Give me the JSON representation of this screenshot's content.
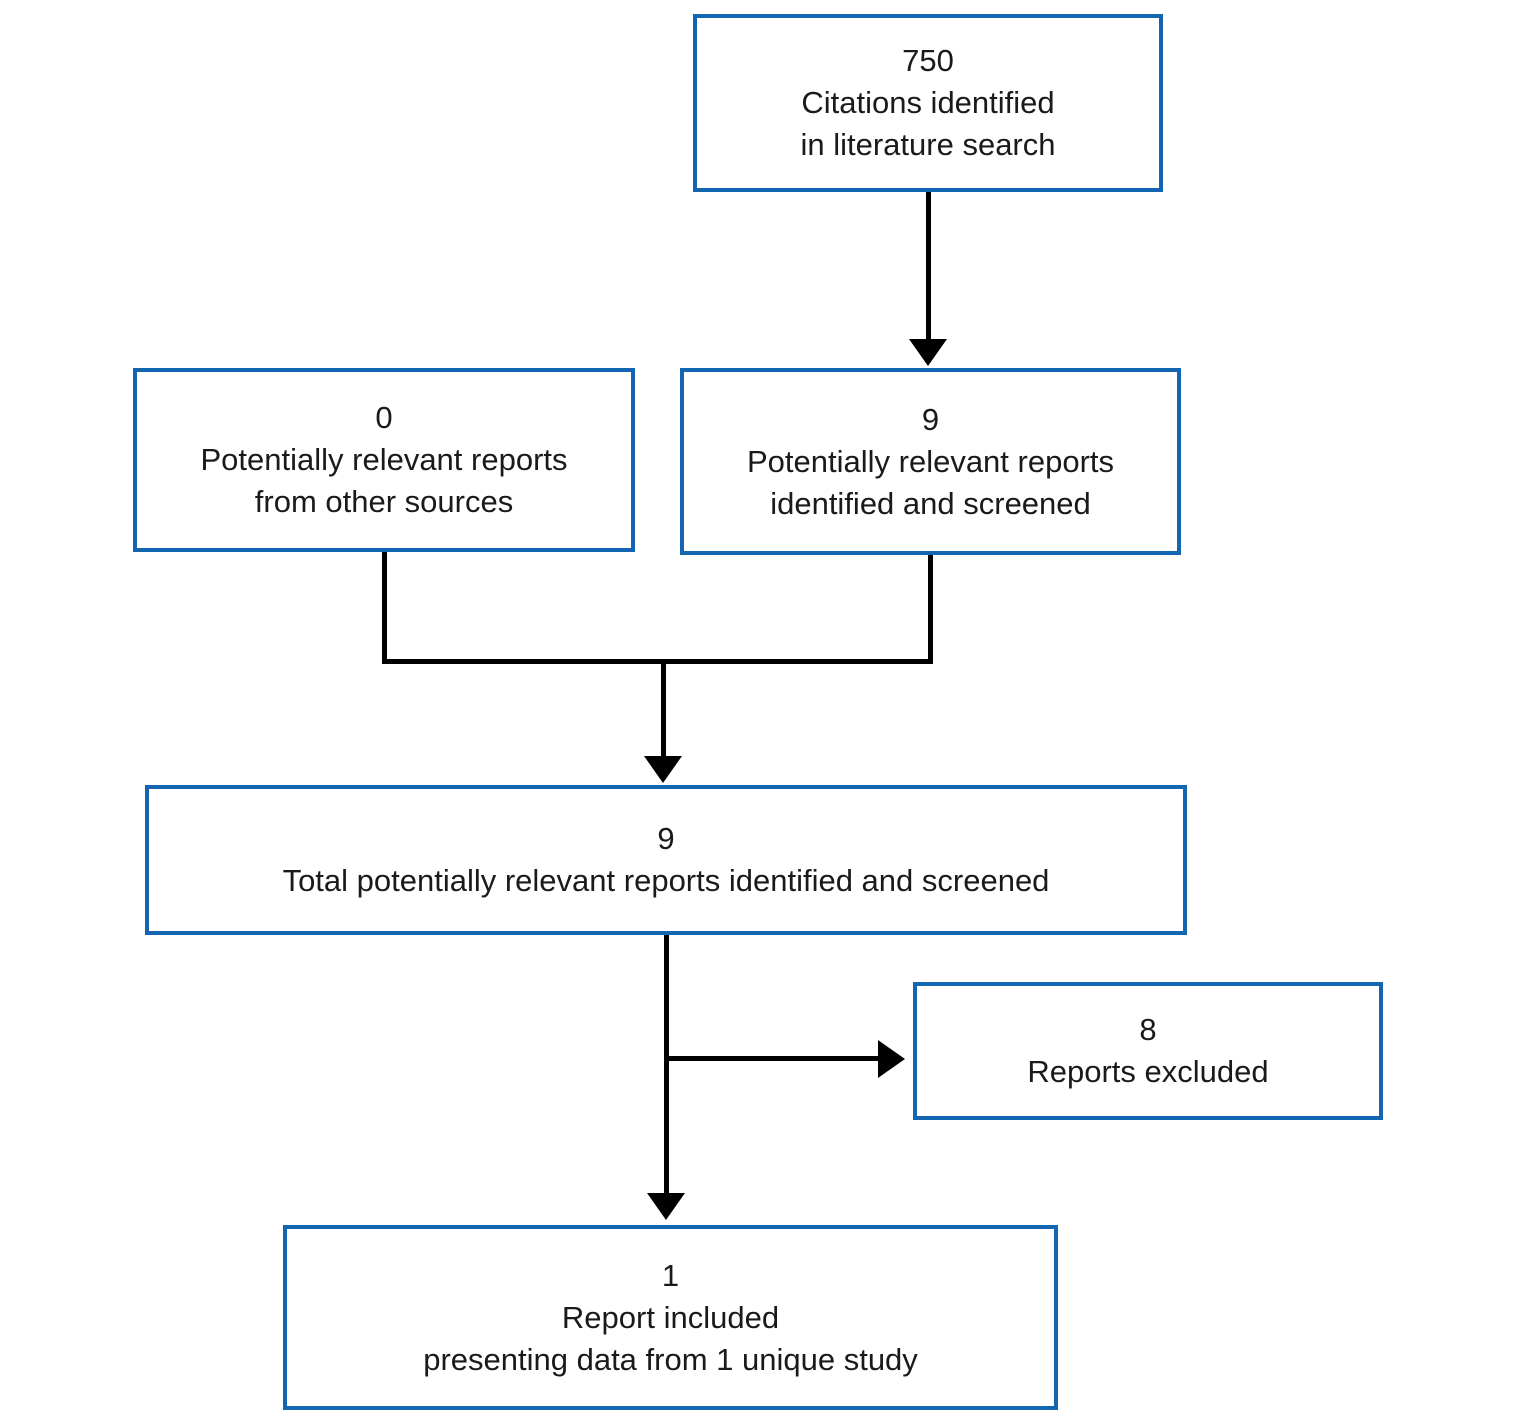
{
  "diagram": {
    "type": "flowchart",
    "style": {
      "box_border_color": "#1566b2",
      "connector_color": "#000000",
      "text_color": "#1a1a1a",
      "background_color": "#ffffff"
    },
    "boxes": [
      {
        "id": "citations",
        "count": "750",
        "lines": [
          "Citations identified",
          "in literature search"
        ]
      },
      {
        "id": "other_sources",
        "count": "0",
        "lines": [
          "Potentially relevant reports",
          "from other sources"
        ]
      },
      {
        "id": "screened",
        "count": "9",
        "lines": [
          "Potentially relevant reports",
          "identified and screened"
        ]
      },
      {
        "id": "total",
        "count": "9",
        "lines": [
          "Total potentially relevant reports identified and screened"
        ]
      },
      {
        "id": "excluded",
        "count": "8",
        "lines": [
          "Reports excluded"
        ]
      },
      {
        "id": "included",
        "count": "1",
        "lines": [
          "Report included",
          "presenting data from 1 unique study"
        ]
      }
    ],
    "connections": [
      {
        "from": "citations",
        "to": "screened"
      },
      {
        "from": "other_sources",
        "to": "total"
      },
      {
        "from": "screened",
        "to": "total"
      },
      {
        "from": "total",
        "to": "excluded"
      },
      {
        "from": "total",
        "to": "included"
      }
    ]
  }
}
